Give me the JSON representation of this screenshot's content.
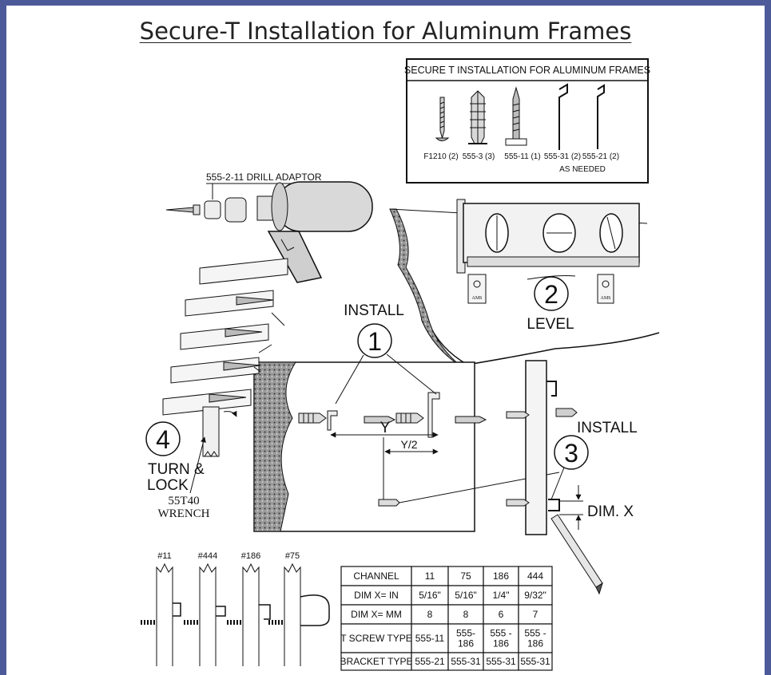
{
  "title": "Secure-T Installation for Aluminum Frames",
  "parts_box": {
    "title": "SECURE T INSTALLATION FOR ALUMINUM FRAMES",
    "parts": [
      {
        "label": "F1210 (2)",
        "icon": "screw-icon"
      },
      {
        "label": "555-3 (3)",
        "icon": "anchor-icon"
      },
      {
        "label": "555-11 (1)",
        "icon": "t-screw-icon"
      },
      {
        "label": "555-31 (2)",
        "icon": "bracket-icon"
      },
      {
        "label": "555-21 (2)",
        "icon": "bracket-icon"
      }
    ],
    "note": "AS NEEDED"
  },
  "drill_adaptor": "555-2-11 DRILL ADAPTOR",
  "steps": {
    "install_1": "INSTALL",
    "num_1": "1",
    "level_num": "2",
    "level": "LEVEL",
    "install_3": "INSTALL",
    "num_3": "3",
    "num_4": "4",
    "turn_lock_1": "TURN &",
    "turn_lock_2": "LOCK",
    "wrench_1": "55T40",
    "wrench_2": "WRENCH"
  },
  "dims": {
    "y": "Y",
    "y2": "Y/2",
    "dimx": "DIM. X"
  },
  "level_marks": [
    "AMS",
    "AMS"
  ],
  "channel_labels": [
    "#11",
    "#444",
    "#186",
    "#75"
  ],
  "table": {
    "rows": [
      [
        "CHANNEL",
        "11",
        "75",
        "186",
        "444"
      ],
      [
        "DIM X= IN",
        "5/16\"",
        "5/16\"",
        "1/4\"",
        "9/32\""
      ],
      [
        "DIM X= MM",
        "8",
        "8",
        "6",
        "7"
      ],
      [
        "T SCREW TYPE",
        "555-11",
        "555-\n186",
        "555 -\n186",
        "555 -\n186"
      ],
      [
        "BRACKET TYPE",
        "555-21",
        "555-31",
        "555-31",
        "555-31"
      ]
    ]
  }
}
